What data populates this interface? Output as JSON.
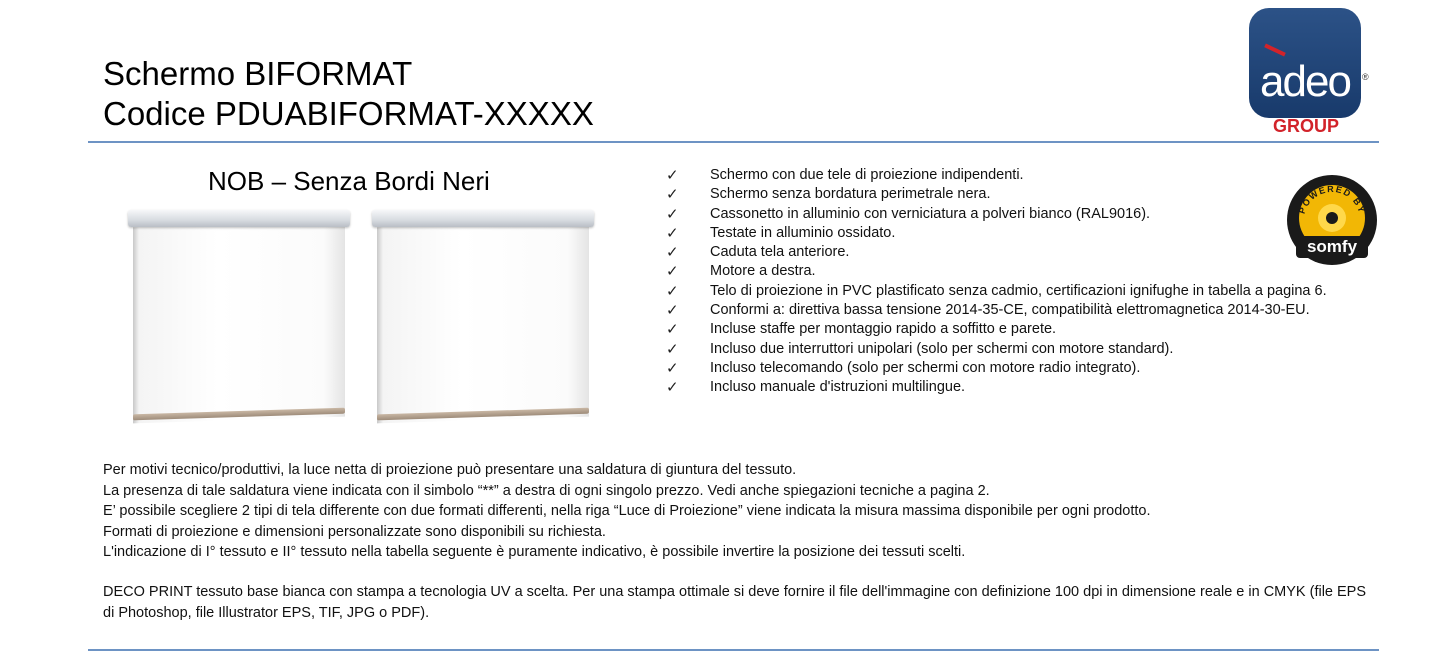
{
  "header": {
    "title_line1": "Schermo BIFORMAT",
    "title_line2": "Codice PDUABIFORMAT-XXXXX"
  },
  "logo": {
    "brand": "adeo",
    "group": "GROUP",
    "registered": "®",
    "colors": {
      "box": "#1f4478",
      "accent": "#d2232a"
    }
  },
  "subtitle": "NOB – Senza Bordi Neri",
  "badge": {
    "top_text": "POWERED BY",
    "brand": "somfy",
    "colors": {
      "ring": "#1a1a1a",
      "center": "#f2b705"
    }
  },
  "features": [
    "Schermo con due tele di proiezione indipendenti.",
    "Schermo senza bordatura perimetrale nera.",
    "Cassonetto in alluminio con verniciatura a polveri bianco (RAL9016).",
    "Testate in alluminio ossidato.",
    "Caduta tela anteriore.",
    "Motore a destra.",
    "Telo di proiezione in PVC plastificato senza cadmio, certificazioni ignifughe in tabella a pagina 6.",
    "Conformi a: direttiva bassa tensione 2014-35-CE, compatibilità elettromagnetica 2014-30-EU.",
    "Incluse staffe per montaggio rapido a soffitto e parete.",
    "Incluso due interruttori unipolari (solo per schermi con motore standard).",
    "Incluso telecomando (solo per schermi con motore radio integrato).",
    "Incluso manuale d'istruzioni multilingue."
  ],
  "check_symbol": "✓",
  "notes": [
    "Per motivi tecnico/produttivi, la luce netta di proiezione può presentare una saldatura di giuntura del tessuto.",
    "La presenza di tale saldatura viene indicata con il simbolo “**” a destra di ogni singolo prezzo. Vedi anche spiegazioni tecniche a pagina 2.",
    "E’ possibile scegliere 2 tipi di tela differente con due formati differenti, nella riga “Luce di Proiezione” viene indicata la misura massima disponibile per ogni prodotto.",
    "Formati di proiezione e dimensioni personalizzate sono disponibili su richiesta.",
    "L'indicazione di I° tessuto e II° tessuto nella tabella seguente è puramente indicativo, è possibile invertire la posizione dei tessuti scelti."
  ],
  "deco_print": "DECO PRINT tessuto base bianca con stampa a tecnologia UV a scelta. Per una stampa ottimale si deve fornire il file dell'immagine con definizione 100 dpi in dimensione reale e in CMYK (file EPS di Photoshop, file Illustrator EPS, TIF, JPG o PDF).",
  "colors": {
    "rule": "#6d93c4"
  }
}
